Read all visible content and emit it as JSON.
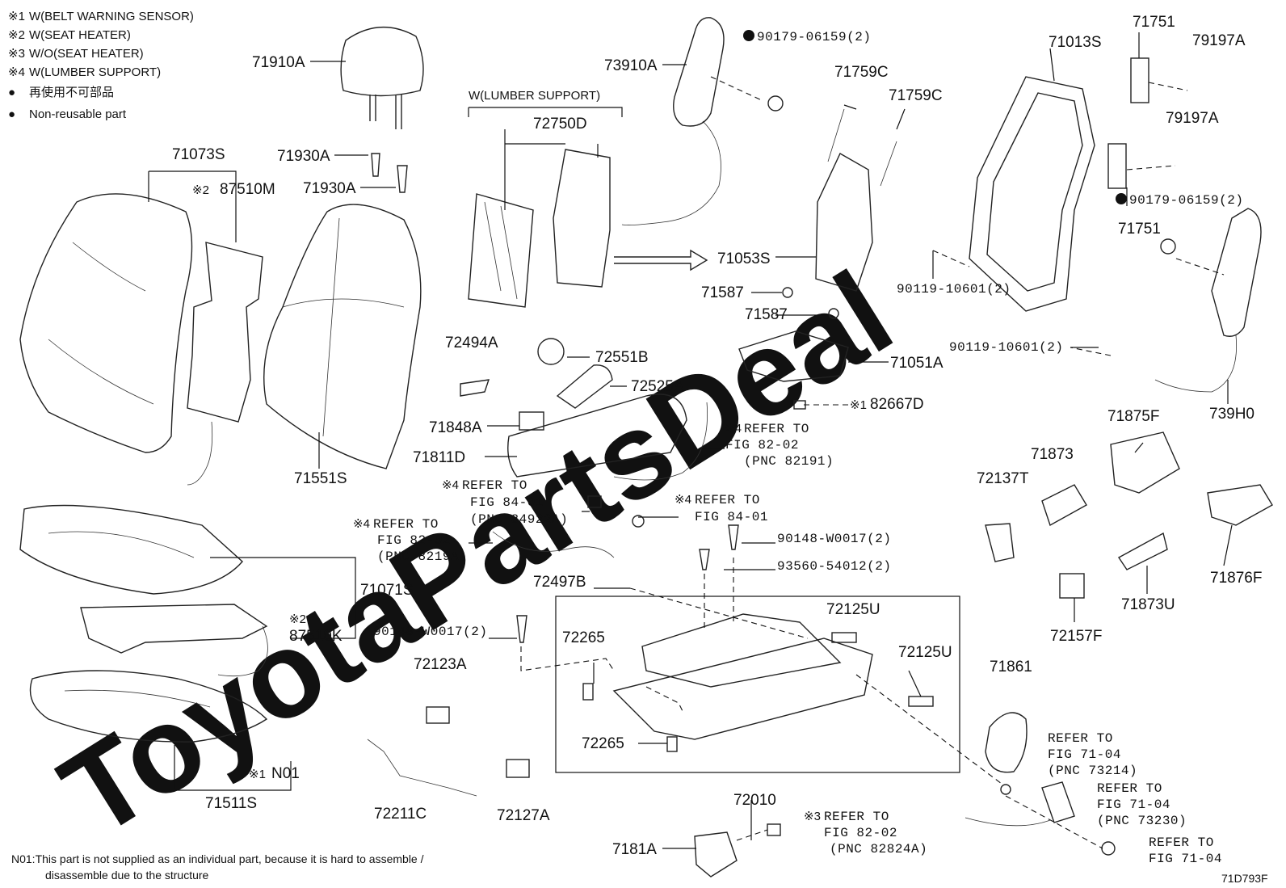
{
  "legend": [
    {
      "mark": "※1",
      "text": "W(BELT WARNING SENSOR)"
    },
    {
      "mark": "※2",
      "text": "W(SEAT HEATER)"
    },
    {
      "mark": "※3",
      "text": "W/O(SEAT HEATER)"
    },
    {
      "mark": "※4",
      "text": "W(LUMBER SUPPORT)"
    },
    {
      "mark": "●",
      "text": "再使用不可部品"
    },
    {
      "mark": "●",
      "text": "Non-reusable part"
    }
  ],
  "watermark": "ToyotaPartsDeal",
  "group_title": "W(LUMBER SUPPORT)",
  "parts": {
    "p71910A": "71910A",
    "p71930A_1": "71930A",
    "p71930A_2": "71930A",
    "p71073S": "71073S",
    "p87510M": "87510M",
    "p87510M_mark": "※2",
    "p71551S": "71551S",
    "p73910A": "73910A",
    "p90179_top": "90179-06159(2)",
    "p72750D": "72750D",
    "p72494A": "72494A",
    "p71759C_1": "71759C",
    "p71759C_2": "71759C",
    "p71053S": "71053S",
    "p71587_1": "71587",
    "p71587_2": "71587",
    "p71013S": "71013S",
    "p71751_1": "71751",
    "p71751_2": "71751",
    "p79197A_1": "79197A",
    "p79197A_2": "79197A",
    "p90179_right": "90179-06159(2)",
    "p90119_1": "90119-10601(2)",
    "p90119_2": "90119-10601(2)",
    "p739H0": "739H0",
    "p72551B": "72551B",
    "p72525A": "72525A",
    "p71051A": "71051A",
    "p82667D": "82667D",
    "p82667D_mark": "※1",
    "p71848A": "71848A",
    "p71811D": "71811D",
    "p71875F": "71875F",
    "p71873": "71873",
    "p72137T": "72137T",
    "p71876F": "71876F",
    "p71873U": "71873U",
    "p72157F": "72157F",
    "p71071S": "71071S",
    "p87510K": "87510K",
    "p87510K_mark": "※2",
    "p71511S": "71511S",
    "pN01": "N01",
    "pN01_mark": "※1",
    "p90148_left": "90148-W0017(2)",
    "p90148_top": "90148-W0017(2)",
    "p93560": "93560-54012(2)",
    "p72497B": "72497B",
    "p72125U_1": "72125U",
    "p72125U_2": "72125U",
    "p72265_1": "72265",
    "p72265_2": "72265",
    "p72123A": "72123A",
    "p72211C": "72211C",
    "p72127A": "72127A",
    "p72010": "72010",
    "p7181A": "7181A",
    "p71861": "71861"
  },
  "refs": {
    "r1": {
      "mark": "※4",
      "line1": "REFER TO",
      "line2": "FIG 82-02",
      "line3": "(PNC 82191)"
    },
    "r2": {
      "mark": "※4",
      "line1": "REFER TO",
      "line2": "FIG 84-01",
      "line3": "(PNC 84922A)"
    },
    "r3": {
      "mark": "※4",
      "line1": "REFER TO",
      "line2": "FIG 84-01"
    },
    "r4": {
      "mark": "※4",
      "line1": "REFER TO",
      "line2": "FIG 82-02",
      "line3": "(PNC 8219A)"
    },
    "r5": {
      "mark": "※3",
      "line1": "REFER TO",
      "line2": "FIG 82-02",
      "line3": "(PNC 82824A)"
    },
    "r6": {
      "line1": "REFER TO",
      "line2": "FIG 71-04",
      "line3": "(PNC 73214)"
    },
    "r7": {
      "line1": "REFER TO",
      "line2": "FIG 71-04",
      "line3": "(PNC 73230)"
    },
    "r8": {
      "line1": "REFER TO",
      "line2": "FIG 71-04"
    }
  },
  "footnote": {
    "line1": "N01:This part is not supplied as an individual part, because it is hard to assemble /",
    "line2": "disassemble due to the structure"
  },
  "figure_code": "71D793F"
}
